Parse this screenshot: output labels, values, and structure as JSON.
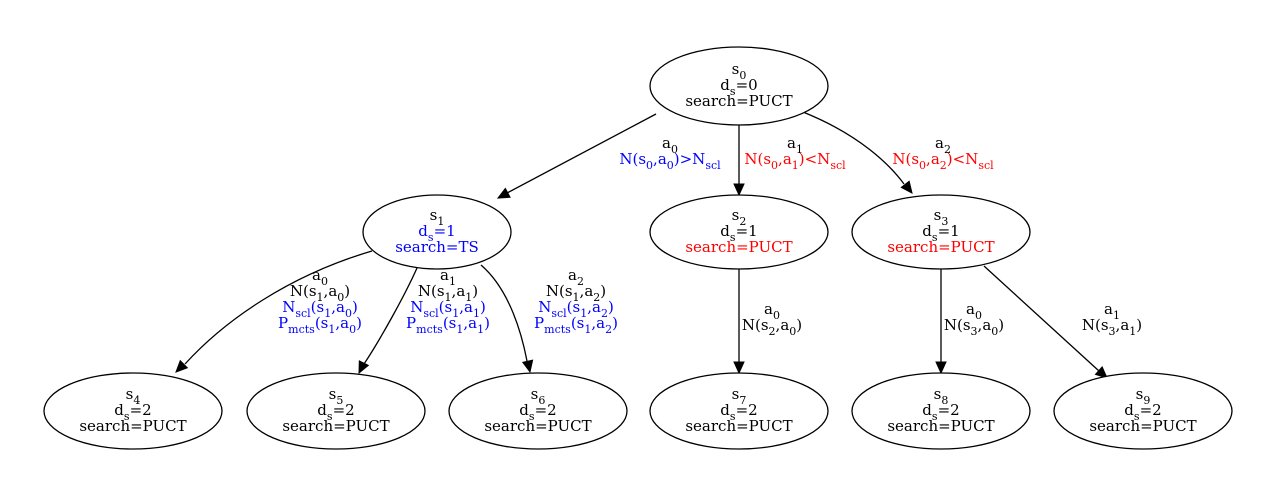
{
  "colors": {
    "default": "#000000",
    "blue": "#0000ff",
    "red": "#ff0000"
  },
  "nodes": [
    {
      "id": "s0",
      "lines": [
        {
          "color": "default",
          "segs": [
            {
              "t": "s"
            },
            {
              "t": "0",
              "sub": true
            }
          ]
        },
        {
          "color": "default",
          "segs": [
            {
              "t": "d"
            },
            {
              "t": "s",
              "sub": true
            },
            {
              "t": "=0"
            }
          ]
        },
        {
          "color": "default",
          "segs": [
            {
              "t": "search=PUCT"
            }
          ]
        }
      ]
    },
    {
      "id": "s1",
      "lines": [
        {
          "color": "default",
          "segs": [
            {
              "t": "s"
            },
            {
              "t": "1",
              "sub": true
            }
          ]
        },
        {
          "color": "blue",
          "segs": [
            {
              "t": "d"
            },
            {
              "t": "s",
              "sub": true
            },
            {
              "t": "=1"
            }
          ]
        },
        {
          "color": "blue",
          "segs": [
            {
              "t": "search=TS"
            }
          ]
        }
      ]
    },
    {
      "id": "s2",
      "lines": [
        {
          "color": "default",
          "segs": [
            {
              "t": "s"
            },
            {
              "t": "2",
              "sub": true
            }
          ]
        },
        {
          "color": "default",
          "segs": [
            {
              "t": "d"
            },
            {
              "t": "s",
              "sub": true
            },
            {
              "t": "=1"
            }
          ]
        },
        {
          "color": "red",
          "segs": [
            {
              "t": "search=PUCT"
            }
          ]
        }
      ]
    },
    {
      "id": "s3",
      "lines": [
        {
          "color": "default",
          "segs": [
            {
              "t": "s"
            },
            {
              "t": "3",
              "sub": true
            }
          ]
        },
        {
          "color": "default",
          "segs": [
            {
              "t": "d"
            },
            {
              "t": "s",
              "sub": true
            },
            {
              "t": "=1"
            }
          ]
        },
        {
          "color": "red",
          "segs": [
            {
              "t": "search=PUCT"
            }
          ]
        }
      ]
    },
    {
      "id": "s4",
      "lines": [
        {
          "color": "default",
          "segs": [
            {
              "t": "s"
            },
            {
              "t": "4",
              "sub": true
            }
          ]
        },
        {
          "color": "default",
          "segs": [
            {
              "t": "d"
            },
            {
              "t": "s",
              "sub": true
            },
            {
              "t": "=2"
            }
          ]
        },
        {
          "color": "default",
          "segs": [
            {
              "t": "search=PUCT"
            }
          ]
        }
      ]
    },
    {
      "id": "s5",
      "lines": [
        {
          "color": "default",
          "segs": [
            {
              "t": "s"
            },
            {
              "t": "5",
              "sub": true
            }
          ]
        },
        {
          "color": "default",
          "segs": [
            {
              "t": "d"
            },
            {
              "t": "s",
              "sub": true
            },
            {
              "t": "=2"
            }
          ]
        },
        {
          "color": "default",
          "segs": [
            {
              "t": "search=PUCT"
            }
          ]
        }
      ]
    },
    {
      "id": "s6",
      "lines": [
        {
          "color": "default",
          "segs": [
            {
              "t": "s"
            },
            {
              "t": "6",
              "sub": true
            }
          ]
        },
        {
          "color": "default",
          "segs": [
            {
              "t": "d"
            },
            {
              "t": "s",
              "sub": true
            },
            {
              "t": "=2"
            }
          ]
        },
        {
          "color": "default",
          "segs": [
            {
              "t": "search=PUCT"
            }
          ]
        }
      ]
    },
    {
      "id": "s7",
      "lines": [
        {
          "color": "default",
          "segs": [
            {
              "t": "s"
            },
            {
              "t": "7",
              "sub": true
            }
          ]
        },
        {
          "color": "default",
          "segs": [
            {
              "t": "d"
            },
            {
              "t": "s",
              "sub": true
            },
            {
              "t": "=2"
            }
          ]
        },
        {
          "color": "default",
          "segs": [
            {
              "t": "search=PUCT"
            }
          ]
        }
      ]
    },
    {
      "id": "s8",
      "lines": [
        {
          "color": "default",
          "segs": [
            {
              "t": "s"
            },
            {
              "t": "8",
              "sub": true
            }
          ]
        },
        {
          "color": "default",
          "segs": [
            {
              "t": "d"
            },
            {
              "t": "s",
              "sub": true
            },
            {
              "t": "=2"
            }
          ]
        },
        {
          "color": "default",
          "segs": [
            {
              "t": "search=PUCT"
            }
          ]
        }
      ]
    },
    {
      "id": "s9",
      "lines": [
        {
          "color": "default",
          "segs": [
            {
              "t": "s"
            },
            {
              "t": "9",
              "sub": true
            }
          ]
        },
        {
          "color": "default",
          "segs": [
            {
              "t": "d"
            },
            {
              "t": "s",
              "sub": true
            },
            {
              "t": "=2"
            }
          ]
        },
        {
          "color": "default",
          "segs": [
            {
              "t": "search=PUCT"
            }
          ]
        }
      ]
    }
  ],
  "edges": [
    {
      "id": "s0-s1",
      "from": "s0",
      "to": "s1",
      "label": [
        {
          "color": "default",
          "segs": [
            {
              "t": "a"
            },
            {
              "t": "0",
              "sub": true
            }
          ]
        },
        {
          "color": "blue",
          "segs": [
            {
              "t": "N(s"
            },
            {
              "t": "0",
              "sub": true
            },
            {
              "t": ",a"
            },
            {
              "t": "0",
              "sub": true
            },
            {
              "t": ")>N"
            },
            {
              "t": "scl",
              "sub": true
            }
          ]
        }
      ]
    },
    {
      "id": "s0-s2",
      "from": "s0",
      "to": "s2",
      "label": [
        {
          "color": "default",
          "segs": [
            {
              "t": "a"
            },
            {
              "t": "1",
              "sub": true
            }
          ]
        },
        {
          "color": "red",
          "segs": [
            {
              "t": "N(s"
            },
            {
              "t": "0",
              "sub": true
            },
            {
              "t": ",a"
            },
            {
              "t": "1",
              "sub": true
            },
            {
              "t": ")<N"
            },
            {
              "t": "scl",
              "sub": true
            }
          ]
        }
      ]
    },
    {
      "id": "s0-s3",
      "from": "s0",
      "to": "s3",
      "label": [
        {
          "color": "default",
          "segs": [
            {
              "t": "a"
            },
            {
              "t": "2",
              "sub": true
            }
          ]
        },
        {
          "color": "red",
          "segs": [
            {
              "t": "N(s"
            },
            {
              "t": "0",
              "sub": true
            },
            {
              "t": ",a"
            },
            {
              "t": "2",
              "sub": true
            },
            {
              "t": ")<N"
            },
            {
              "t": "scl",
              "sub": true
            }
          ]
        }
      ]
    },
    {
      "id": "s1-s4",
      "from": "s1",
      "to": "s4",
      "label": [
        {
          "color": "default",
          "segs": [
            {
              "t": "a"
            },
            {
              "t": "0",
              "sub": true
            }
          ]
        },
        {
          "color": "default",
          "segs": [
            {
              "t": "N(s"
            },
            {
              "t": "1",
              "sub": true
            },
            {
              "t": ",a"
            },
            {
              "t": "0",
              "sub": true
            },
            {
              "t": ")"
            }
          ]
        },
        {
          "color": "blue",
          "segs": [
            {
              "t": "N"
            },
            {
              "t": "scl",
              "sub": true
            },
            {
              "t": "(s"
            },
            {
              "t": "1",
              "sub": true
            },
            {
              "t": ",a"
            },
            {
              "t": "0",
              "sub": true
            },
            {
              "t": ")"
            }
          ]
        },
        {
          "color": "blue",
          "segs": [
            {
              "t": "P"
            },
            {
              "t": "mcts",
              "sub": true
            },
            {
              "t": "(s"
            },
            {
              "t": "1",
              "sub": true
            },
            {
              "t": ",a"
            },
            {
              "t": "0",
              "sub": true
            },
            {
              "t": ")"
            }
          ]
        }
      ]
    },
    {
      "id": "s1-s5",
      "from": "s1",
      "to": "s5",
      "label": [
        {
          "color": "default",
          "segs": [
            {
              "t": "a"
            },
            {
              "t": "1",
              "sub": true
            }
          ]
        },
        {
          "color": "default",
          "segs": [
            {
              "t": "N(s"
            },
            {
              "t": "1",
              "sub": true
            },
            {
              "t": ",a"
            },
            {
              "t": "1",
              "sub": true
            },
            {
              "t": ")"
            }
          ]
        },
        {
          "color": "blue",
          "segs": [
            {
              "t": "N"
            },
            {
              "t": "scl",
              "sub": true
            },
            {
              "t": "(s"
            },
            {
              "t": "1",
              "sub": true
            },
            {
              "t": ",a"
            },
            {
              "t": "1",
              "sub": true
            },
            {
              "t": ")"
            }
          ]
        },
        {
          "color": "blue",
          "segs": [
            {
              "t": "P"
            },
            {
              "t": "mcts",
              "sub": true
            },
            {
              "t": "(s"
            },
            {
              "t": "1",
              "sub": true
            },
            {
              "t": ",a"
            },
            {
              "t": "1",
              "sub": true
            },
            {
              "t": ")"
            }
          ]
        }
      ]
    },
    {
      "id": "s1-s6",
      "from": "s1",
      "to": "s6",
      "label": [
        {
          "color": "default",
          "segs": [
            {
              "t": "a"
            },
            {
              "t": "2",
              "sub": true
            }
          ]
        },
        {
          "color": "default",
          "segs": [
            {
              "t": "N(s"
            },
            {
              "t": "1",
              "sub": true
            },
            {
              "t": ",a"
            },
            {
              "t": "2",
              "sub": true
            },
            {
              "t": ")"
            }
          ]
        },
        {
          "color": "blue",
          "segs": [
            {
              "t": "N"
            },
            {
              "t": "scl",
              "sub": true
            },
            {
              "t": "(s"
            },
            {
              "t": "1",
              "sub": true
            },
            {
              "t": ",a"
            },
            {
              "t": "2",
              "sub": true
            },
            {
              "t": ")"
            }
          ]
        },
        {
          "color": "blue",
          "segs": [
            {
              "t": "P"
            },
            {
              "t": "mcts",
              "sub": true
            },
            {
              "t": "(s"
            },
            {
              "t": "1",
              "sub": true
            },
            {
              "t": ",a"
            },
            {
              "t": "2",
              "sub": true
            },
            {
              "t": ")"
            }
          ]
        }
      ]
    },
    {
      "id": "s2-s7",
      "from": "s2",
      "to": "s7",
      "label": [
        {
          "color": "default",
          "segs": [
            {
              "t": "a"
            },
            {
              "t": "0",
              "sub": true
            }
          ]
        },
        {
          "color": "default",
          "segs": [
            {
              "t": "N(s"
            },
            {
              "t": "2",
              "sub": true
            },
            {
              "t": ",a"
            },
            {
              "t": "0",
              "sub": true
            },
            {
              "t": ")"
            }
          ]
        }
      ]
    },
    {
      "id": "s3-s8",
      "from": "s3",
      "to": "s8",
      "label": [
        {
          "color": "default",
          "segs": [
            {
              "t": "a"
            },
            {
              "t": "0",
              "sub": true
            }
          ]
        },
        {
          "color": "default",
          "segs": [
            {
              "t": "N(s"
            },
            {
              "t": "3",
              "sub": true
            },
            {
              "t": ",a"
            },
            {
              "t": "0",
              "sub": true
            },
            {
              "t": ")"
            }
          ]
        }
      ]
    },
    {
      "id": "s3-s9",
      "from": "s3",
      "to": "s9",
      "label": [
        {
          "color": "default",
          "segs": [
            {
              "t": "a"
            },
            {
              "t": "1",
              "sub": true
            }
          ]
        },
        {
          "color": "default",
          "segs": [
            {
              "t": "N(s"
            },
            {
              "t": "3",
              "sub": true
            },
            {
              "t": ",a"
            },
            {
              "t": "1",
              "sub": true
            },
            {
              "t": ")"
            }
          ]
        }
      ]
    }
  ]
}
